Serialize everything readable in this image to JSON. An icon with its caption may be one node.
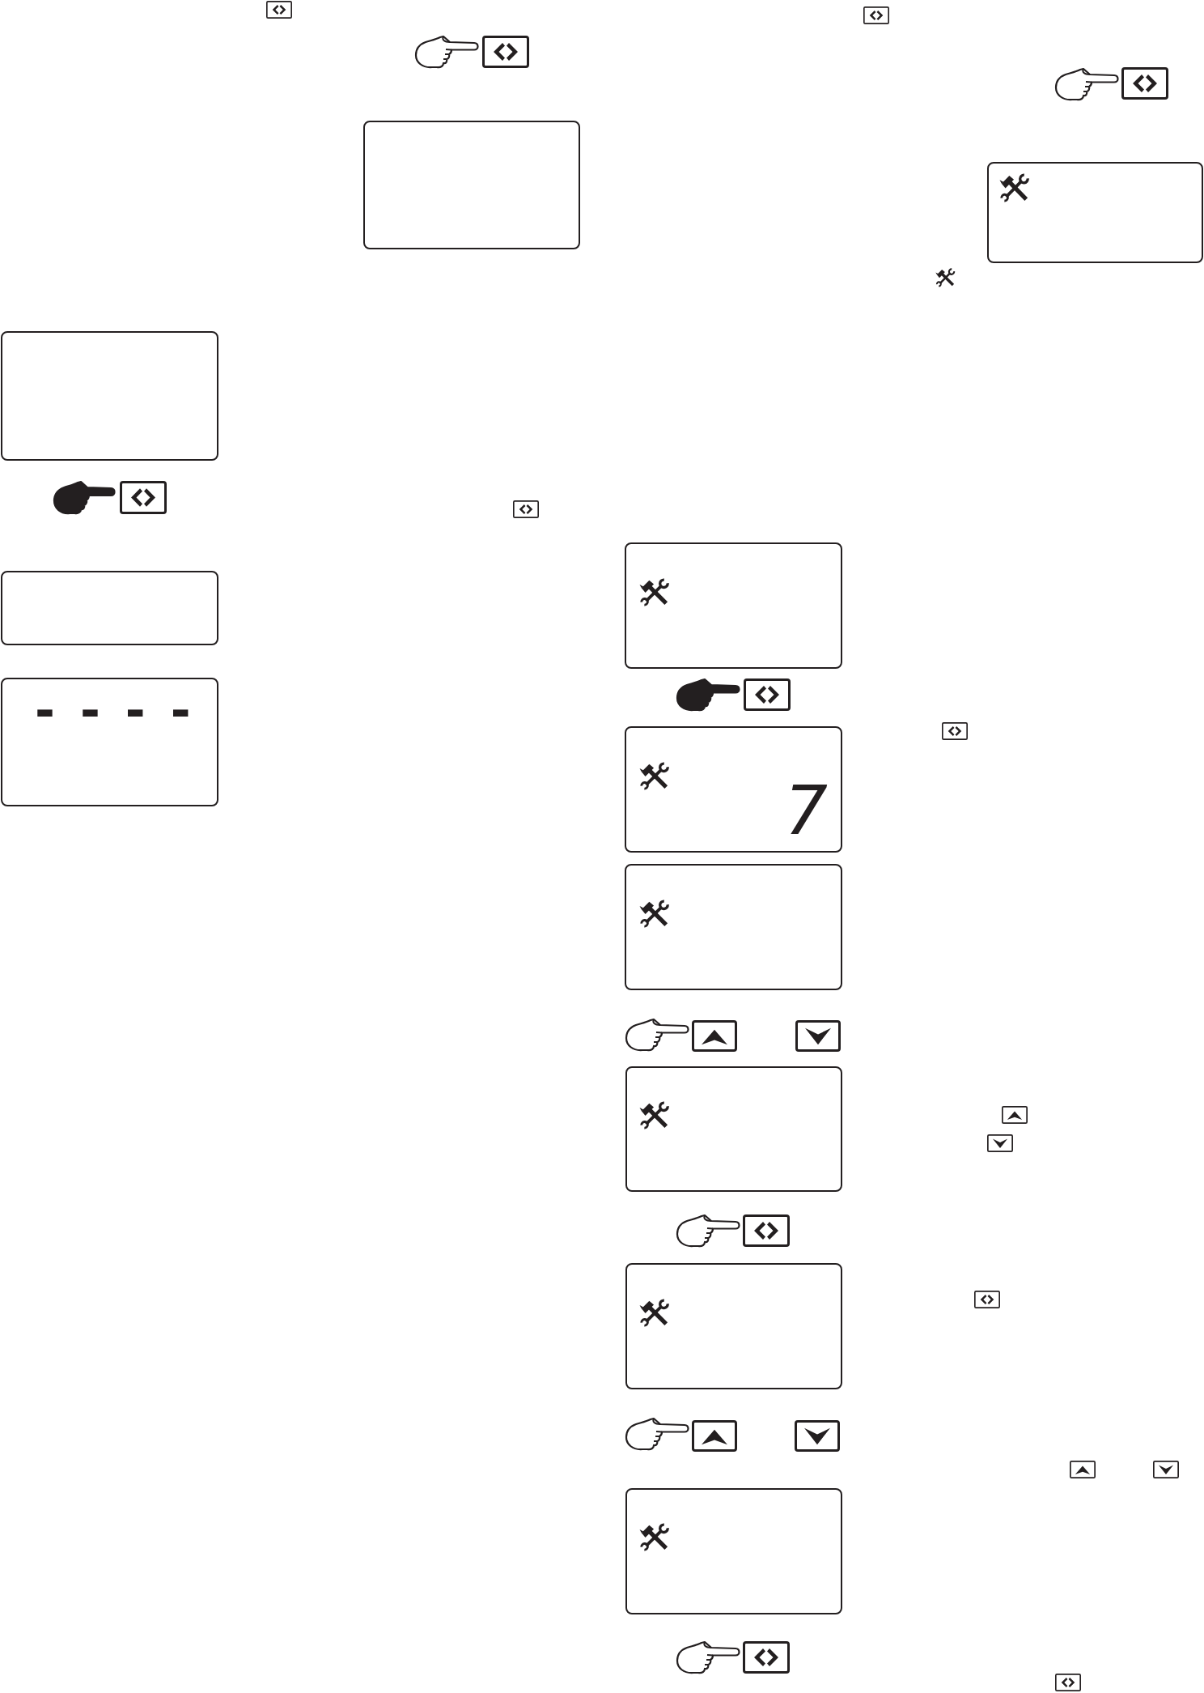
{
  "diagram": {
    "nodes": [
      {
        "text": [],
        "shape": "box"
      },
      {
        "text": [],
        "shape": "box"
      },
      {
        "text": [],
        "shape": "box"
      },
      {
        "text": [
          "----"
        ]
      },
      {
        "text": [],
        "shape": "box"
      },
      {
        "text": [],
        "shape": "box"
      },
      {
        "text": [
          "7"
        ]
      },
      {
        "text": [],
        "shape": "box"
      },
      {
        "text": [],
        "shape": "box"
      },
      {
        "text": [],
        "shape": "box"
      },
      {
        "text": [],
        "shape": "box"
      }
    ]
  }
}
